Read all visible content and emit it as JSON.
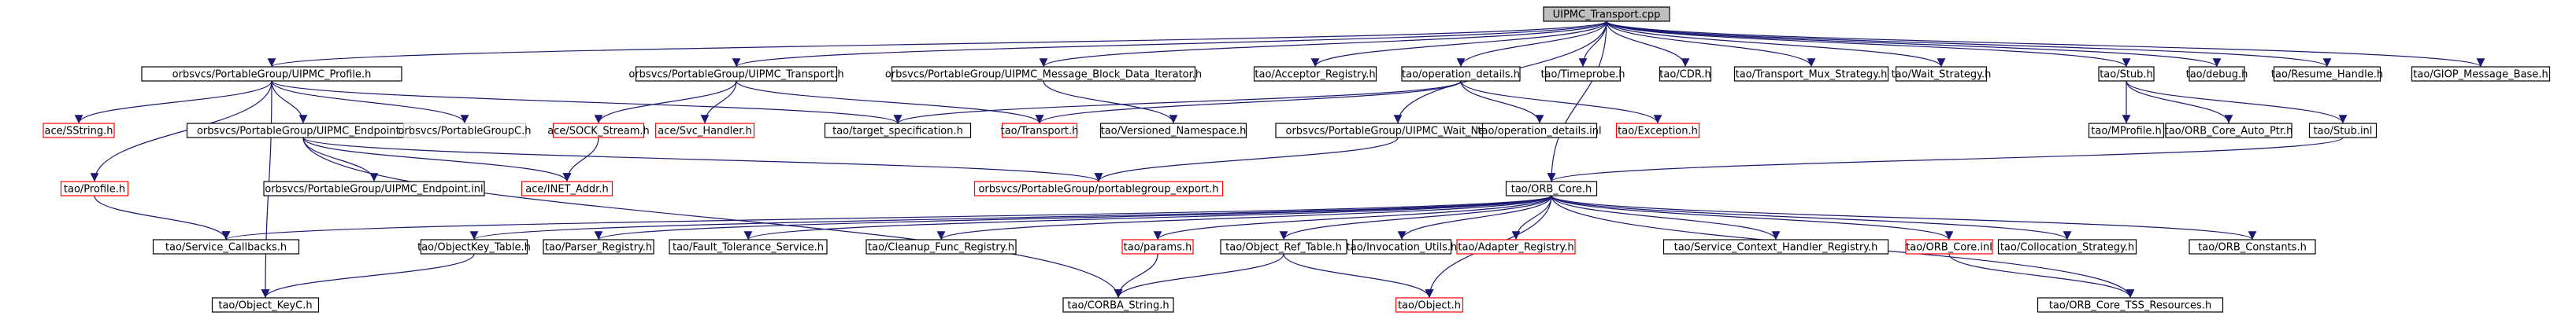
{
  "colors": {
    "edge": "#191970",
    "node_border": "#000000",
    "missing_border": "#ff0000",
    "faded_border": "#bfbfbf",
    "root_fill": "#bfbfbf"
  },
  "graph": {
    "nodes": [
      {
        "id": "root",
        "label": "UIPMC_Transport.cpp",
        "kind": "root"
      },
      {
        "id": "profile",
        "label": "orbsvcs/PortableGroup/UIPMC_Profile.h",
        "kind": "normal"
      },
      {
        "id": "transport",
        "label": "orbsvcs/PortableGroup/UIPMC_Transport.h",
        "kind": "normal"
      },
      {
        "id": "mbdi",
        "label": "orbsvcs/PortableGroup/UIPMC_Message_Block_Data_Iterator.h",
        "kind": "normal"
      },
      {
        "id": "acceptor",
        "label": "tao/Acceptor_Registry.h",
        "kind": "normal"
      },
      {
        "id": "opdet",
        "label": "tao/operation_details.h",
        "kind": "normal"
      },
      {
        "id": "timeprobe",
        "label": "tao/Timeprobe.h",
        "kind": "normal"
      },
      {
        "id": "cdr",
        "label": "tao/CDR.h",
        "kind": "normal"
      },
      {
        "id": "tmux",
        "label": "tao/Transport_Mux_Strategy.h",
        "kind": "normal"
      },
      {
        "id": "wait",
        "label": "tao/Wait_Strategy.h",
        "kind": "normal"
      },
      {
        "id": "stub",
        "label": "tao/Stub.h",
        "kind": "normal"
      },
      {
        "id": "debug",
        "label": "tao/debug.h",
        "kind": "normal"
      },
      {
        "id": "resume",
        "label": "tao/Resume_Handle.h",
        "kind": "normal"
      },
      {
        "id": "giop",
        "label": "tao/GIOP_Message_Base.h",
        "kind": "normal"
      },
      {
        "id": "sstring",
        "label": "ace/SString.h",
        "kind": "missing"
      },
      {
        "id": "endpoint",
        "label": "orbsvcs/PortableGroup/UIPMC_Endpoint.h",
        "kind": "normal"
      },
      {
        "id": "pgc",
        "label": "orbsvcs/PortableGroupC.h",
        "kind": "faded"
      },
      {
        "id": "sock",
        "label": "ace/SOCK_Stream.h",
        "kind": "missing"
      },
      {
        "id": "svch",
        "label": "ace/Svc_Handler.h",
        "kind": "missing"
      },
      {
        "id": "targetspec",
        "label": "tao/target_specification.h",
        "kind": "normal"
      },
      {
        "id": "taotransport",
        "label": "tao/Transport.h",
        "kind": "missing"
      },
      {
        "id": "versioned",
        "label": "tao/Versioned_Namespace.h",
        "kind": "normal"
      },
      {
        "id": "waitnever",
        "label": "orbsvcs/PortableGroup/UIPMC_Wait_Never.h",
        "kind": "normal"
      },
      {
        "id": "opdetinl",
        "label": "tao/operation_details.inl",
        "kind": "normal"
      },
      {
        "id": "exception",
        "label": "tao/Exception.h",
        "kind": "missing"
      },
      {
        "id": "mprofile",
        "label": "tao/MProfile.h",
        "kind": "normal"
      },
      {
        "id": "orbautoptr",
        "label": "tao/ORB_Core_Auto_Ptr.h",
        "kind": "normal"
      },
      {
        "id": "stubinl",
        "label": "tao/Stub.inl",
        "kind": "normal"
      },
      {
        "id": "taoprofile",
        "label": "tao/Profile.h",
        "kind": "missing"
      },
      {
        "id": "endpointinl",
        "label": "orbsvcs/PortableGroup/UIPMC_Endpoint.inl",
        "kind": "normal"
      },
      {
        "id": "inetaddr",
        "label": "ace/INET_Addr.h",
        "kind": "missing"
      },
      {
        "id": "pgexport",
        "label": "orbsvcs/PortableGroup/portablegroup_export.h",
        "kind": "missing"
      },
      {
        "id": "orbcore",
        "label": "tao/ORB_Core.h",
        "kind": "normal"
      },
      {
        "id": "svccb",
        "label": "tao/Service_Callbacks.h",
        "kind": "normal"
      },
      {
        "id": "objkeytable",
        "label": "tao/ObjectKey_Table.h",
        "kind": "normal"
      },
      {
        "id": "parserreg",
        "label": "tao/Parser_Registry.h",
        "kind": "normal"
      },
      {
        "id": "ftsvc",
        "label": "tao/Fault_Tolerance_Service.h",
        "kind": "normal"
      },
      {
        "id": "cleanup",
        "label": "tao/Cleanup_Func_Registry.h",
        "kind": "normal"
      },
      {
        "id": "params",
        "label": "tao/params.h",
        "kind": "missing"
      },
      {
        "id": "objreftable",
        "label": "tao/Object_Ref_Table.h",
        "kind": "normal"
      },
      {
        "id": "invutils",
        "label": "tao/Invocation_Utils.h",
        "kind": "normal"
      },
      {
        "id": "adapterreg",
        "label": "tao/Adapter_Registry.h",
        "kind": "missing"
      },
      {
        "id": "sctxhandler",
        "label": "tao/Service_Context_Handler_Registry.h",
        "kind": "normal"
      },
      {
        "id": "orbcoreinl",
        "label": "tao/ORB_Core.inl",
        "kind": "missing"
      },
      {
        "id": "collocation",
        "label": "tao/Collocation_Strategy.h",
        "kind": "normal"
      },
      {
        "id": "orbconst",
        "label": "tao/ORB_Constants.h",
        "kind": "normal"
      },
      {
        "id": "objkeyc",
        "label": "tao/Object_KeyC.h",
        "kind": "normal"
      },
      {
        "id": "corbastring",
        "label": "tao/CORBA_String.h",
        "kind": "normal"
      },
      {
        "id": "object",
        "label": "tao/Object.h",
        "kind": "missing"
      },
      {
        "id": "tss",
        "label": "tao/ORB_Core_TSS_Resources.h",
        "kind": "normal"
      }
    ],
    "edges": [
      [
        "root",
        "profile"
      ],
      [
        "root",
        "transport"
      ],
      [
        "root",
        "mbdi"
      ],
      [
        "root",
        "acceptor"
      ],
      [
        "root",
        "opdet"
      ],
      [
        "root",
        "timeprobe"
      ],
      [
        "root",
        "cdr"
      ],
      [
        "root",
        "tmux"
      ],
      [
        "root",
        "wait"
      ],
      [
        "root",
        "stub"
      ],
      [
        "root",
        "debug"
      ],
      [
        "root",
        "resume"
      ],
      [
        "root",
        "giop"
      ],
      [
        "root",
        "waitnever"
      ],
      [
        "root",
        "orbcore"
      ],
      [
        "profile",
        "sstring"
      ],
      [
        "profile",
        "endpoint"
      ],
      [
        "profile",
        "pgc"
      ],
      [
        "profile",
        "targetspec"
      ],
      [
        "profile",
        "taoprofile"
      ],
      [
        "profile",
        "objkeyc"
      ],
      [
        "transport",
        "sock"
      ],
      [
        "transport",
        "svch"
      ],
      [
        "transport",
        "taotransport"
      ],
      [
        "mbdi",
        "versioned"
      ],
      [
        "opdet",
        "targetspec"
      ],
      [
        "opdet",
        "opdetinl"
      ],
      [
        "opdet",
        "exception"
      ],
      [
        "opdet",
        "taotransport"
      ],
      [
        "stub",
        "mprofile"
      ],
      [
        "stub",
        "orbautoptr"
      ],
      [
        "stub",
        "stubinl"
      ],
      [
        "endpoint",
        "endpointinl"
      ],
      [
        "endpoint",
        "inetaddr"
      ],
      [
        "endpoint",
        "pgexport"
      ],
      [
        "endpoint",
        "corbastring"
      ],
      [
        "sock",
        "inetaddr"
      ],
      [
        "waitnever",
        "pgexport"
      ],
      [
        "stubinl",
        "orbcore"
      ],
      [
        "taoprofile",
        "svccb"
      ],
      [
        "orbcore",
        "svccb"
      ],
      [
        "orbcore",
        "objkeytable"
      ],
      [
        "orbcore",
        "parserreg"
      ],
      [
        "orbcore",
        "ftsvc"
      ],
      [
        "orbcore",
        "cleanup"
      ],
      [
        "orbcore",
        "params"
      ],
      [
        "orbcore",
        "objreftable"
      ],
      [
        "orbcore",
        "invutils"
      ],
      [
        "orbcore",
        "adapterreg"
      ],
      [
        "orbcore",
        "sctxhandler"
      ],
      [
        "orbcore",
        "orbcoreinl"
      ],
      [
        "orbcore",
        "collocation"
      ],
      [
        "orbcore",
        "orbconst"
      ],
      [
        "orbcore",
        "object"
      ],
      [
        "orbcore",
        "tss"
      ],
      [
        "objkeytable",
        "objkeyc"
      ],
      [
        "params",
        "corbastring"
      ],
      [
        "objreftable",
        "corbastring"
      ],
      [
        "objreftable",
        "object"
      ],
      [
        "orbcoreinl",
        "tss"
      ]
    ]
  }
}
